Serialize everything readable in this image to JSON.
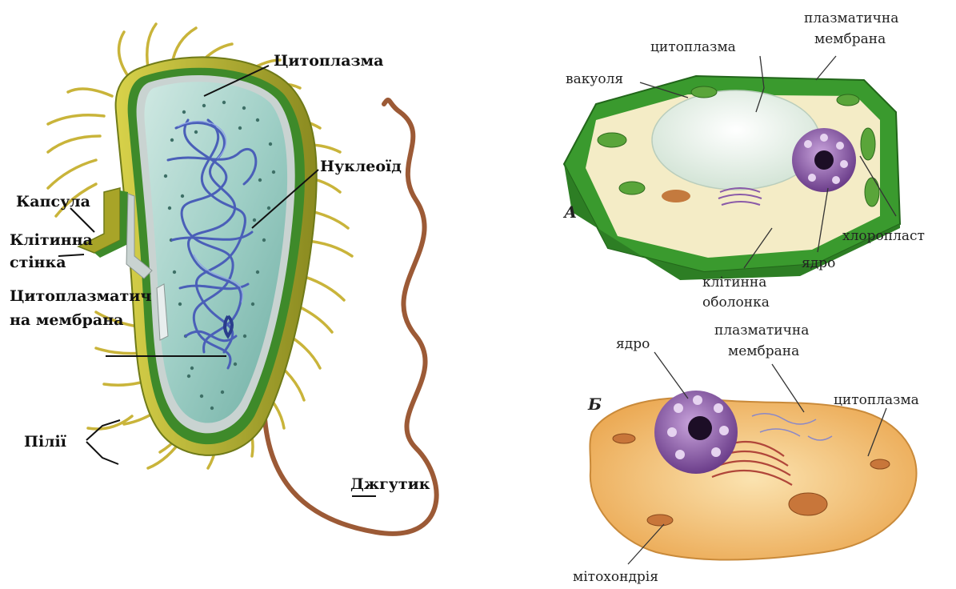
{
  "bacterium": {
    "labels": {
      "cytoplasm": "Цитоплазма",
      "nucleoid": "Нуклеоїд",
      "capsule": "Капсула",
      "cell_wall_line1": "Клітинна",
      "cell_wall_line2": "стінка",
      "membrane_line1": "Цитоплазматич",
      "membrane_line2": "на мембрана",
      "pili": "Пілії",
      "flagellum": "Джгутик"
    }
  },
  "plant_cell": {
    "letter": "А",
    "labels": {
      "cytoplasm": "цитоплазма",
      "plasma_membrane_line1": "плазматична",
      "plasma_membrane_line2": "мембрана",
      "vacuole": "вакуоля",
      "chloroplast": "хлоропласт",
      "nucleus": "ядро",
      "cell_envelope_line1": "клітинна",
      "cell_envelope_line2": "оболонка"
    }
  },
  "animal_cell": {
    "letter": "Б",
    "labels": {
      "nucleus": "ядро",
      "plasma_membrane_line1": "плазматична",
      "plasma_membrane_line2": "мембрана",
      "cytoplasm": "цитоплазма",
      "mitochondrion": "мітохондрія"
    }
  },
  "colors": {
    "pili": "#c9b43a",
    "bacterium_wall": "#3e8a2a",
    "bacterium_capsule": "#a8a428",
    "bacterium_cytoplasm": "#9fcfc6",
    "nucleoid": "#4a5fb8",
    "flagellum": "#9c5a36",
    "plant_wall": "#3a9a2e",
    "plant_cytoplasm": "#f4ecc6",
    "vacuole": "#e6efe8",
    "nucleus": "#8a5aa8",
    "animal_cytoplasm": "#f2c47a"
  }
}
